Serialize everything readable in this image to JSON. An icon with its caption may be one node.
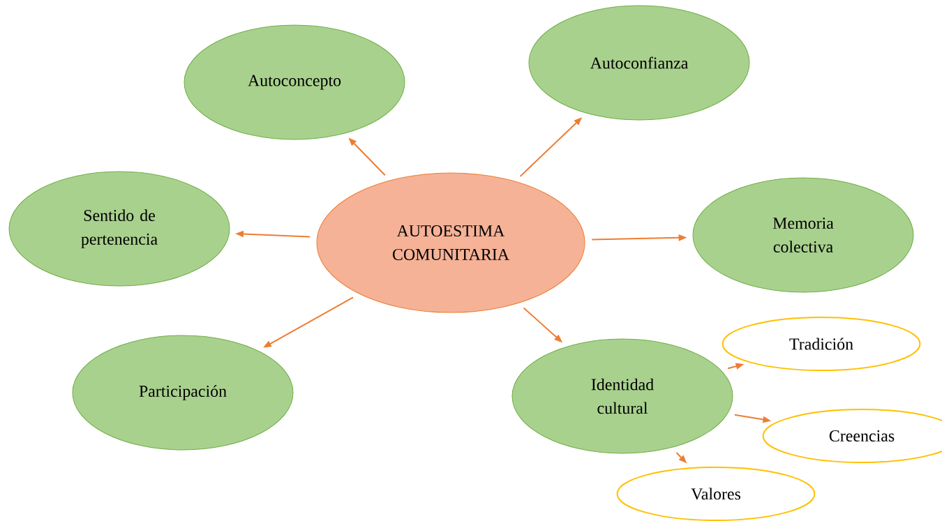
{
  "diagram": {
    "nodes": [
      {
        "text": [
          "AUTOESTIMA COMUNITARIA"
        ]
      },
      {
        "text": [
          "Autoconcepto"
        ]
      },
      {
        "text": [
          "Autoconfianza"
        ]
      },
      {
        "text": [
          "Sentido de pertenencia"
        ]
      },
      {
        "text": [
          "Memoria colectiva"
        ]
      },
      {
        "text": [
          "Participación"
        ]
      },
      {
        "text": [
          "Identidad cultural"
        ]
      },
      {
        "text": [
          "Tradición"
        ]
      },
      {
        "text": [
          "Creencias"
        ]
      },
      {
        "text": [
          "Valores"
        ]
      }
    ],
    "edges": [
      {
        "from": 0,
        "to": 1,
        "arrow": "to"
      },
      {
        "from": 0,
        "to": 2,
        "arrow": "to"
      },
      {
        "from": 0,
        "to": 3,
        "arrow": "to"
      },
      {
        "from": 0,
        "to": 4,
        "arrow": "to"
      },
      {
        "from": 0,
        "to": 5,
        "arrow": "to"
      },
      {
        "from": 0,
        "to": 6,
        "arrow": "to"
      },
      {
        "from": 6,
        "to": 7,
        "arrow": "to"
      },
      {
        "from": 6,
        "to": 8,
        "arrow": "to"
      },
      {
        "from": 6,
        "to": 9,
        "arrow": "to"
      }
    ]
  }
}
